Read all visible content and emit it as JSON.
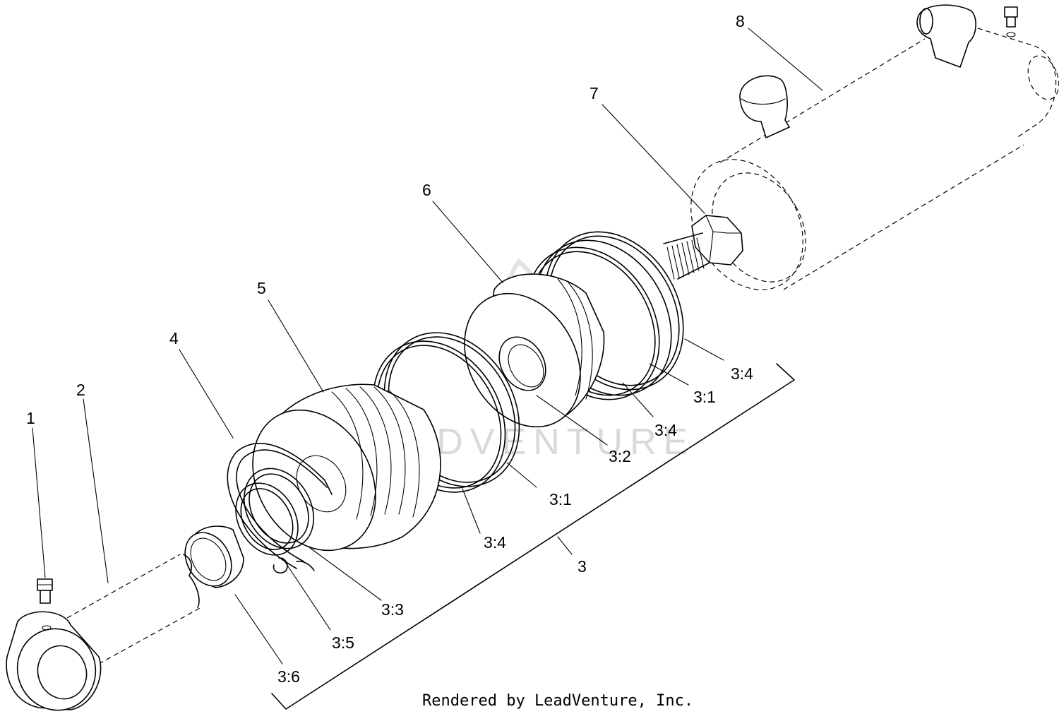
{
  "callouts": [
    {
      "id": "1",
      "text": "1"
    },
    {
      "id": "2",
      "text": "2"
    },
    {
      "id": "3",
      "text": "3"
    },
    {
      "id": "3-1-a",
      "text": "3:1"
    },
    {
      "id": "3-1-b",
      "text": "3:1"
    },
    {
      "id": "3-2",
      "text": "3:2"
    },
    {
      "id": "3-3",
      "text": "3:3"
    },
    {
      "id": "3-4-a",
      "text": "3:4"
    },
    {
      "id": "3-4-b",
      "text": "3:4"
    },
    {
      "id": "3-4-c",
      "text": "3:4"
    },
    {
      "id": "3-5",
      "text": "3:5"
    },
    {
      "id": "3-6",
      "text": "3:6"
    },
    {
      "id": "4",
      "text": "4"
    },
    {
      "id": "5",
      "text": "5"
    },
    {
      "id": "6",
      "text": "6"
    },
    {
      "id": "7",
      "text": "7"
    },
    {
      "id": "8",
      "text": "8"
    }
  ],
  "watermark": "LEADVENTURE",
  "credit": "Rendered by LeadVenture, Inc."
}
